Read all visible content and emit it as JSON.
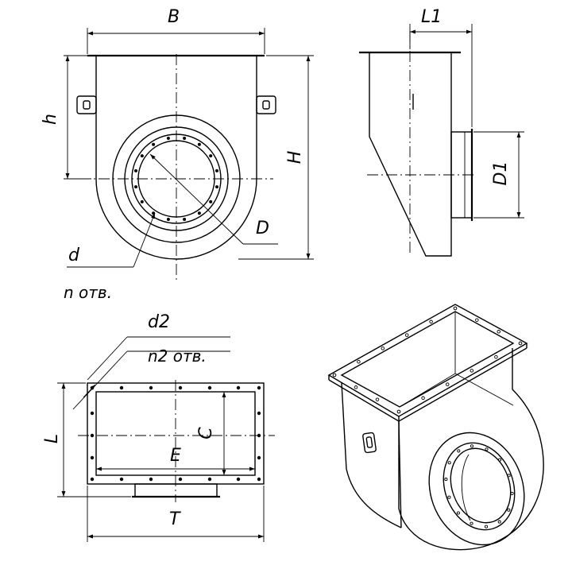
{
  "labels": {
    "B": "B",
    "L1": "L1",
    "h": "h",
    "H": "H",
    "D1": "D1",
    "D": "D",
    "d": "d",
    "n_holes": "n отв.",
    "d2": "d2",
    "n2_holes": "n2 отв.",
    "L": "L",
    "C": "C",
    "E": "E",
    "T": "T"
  }
}
